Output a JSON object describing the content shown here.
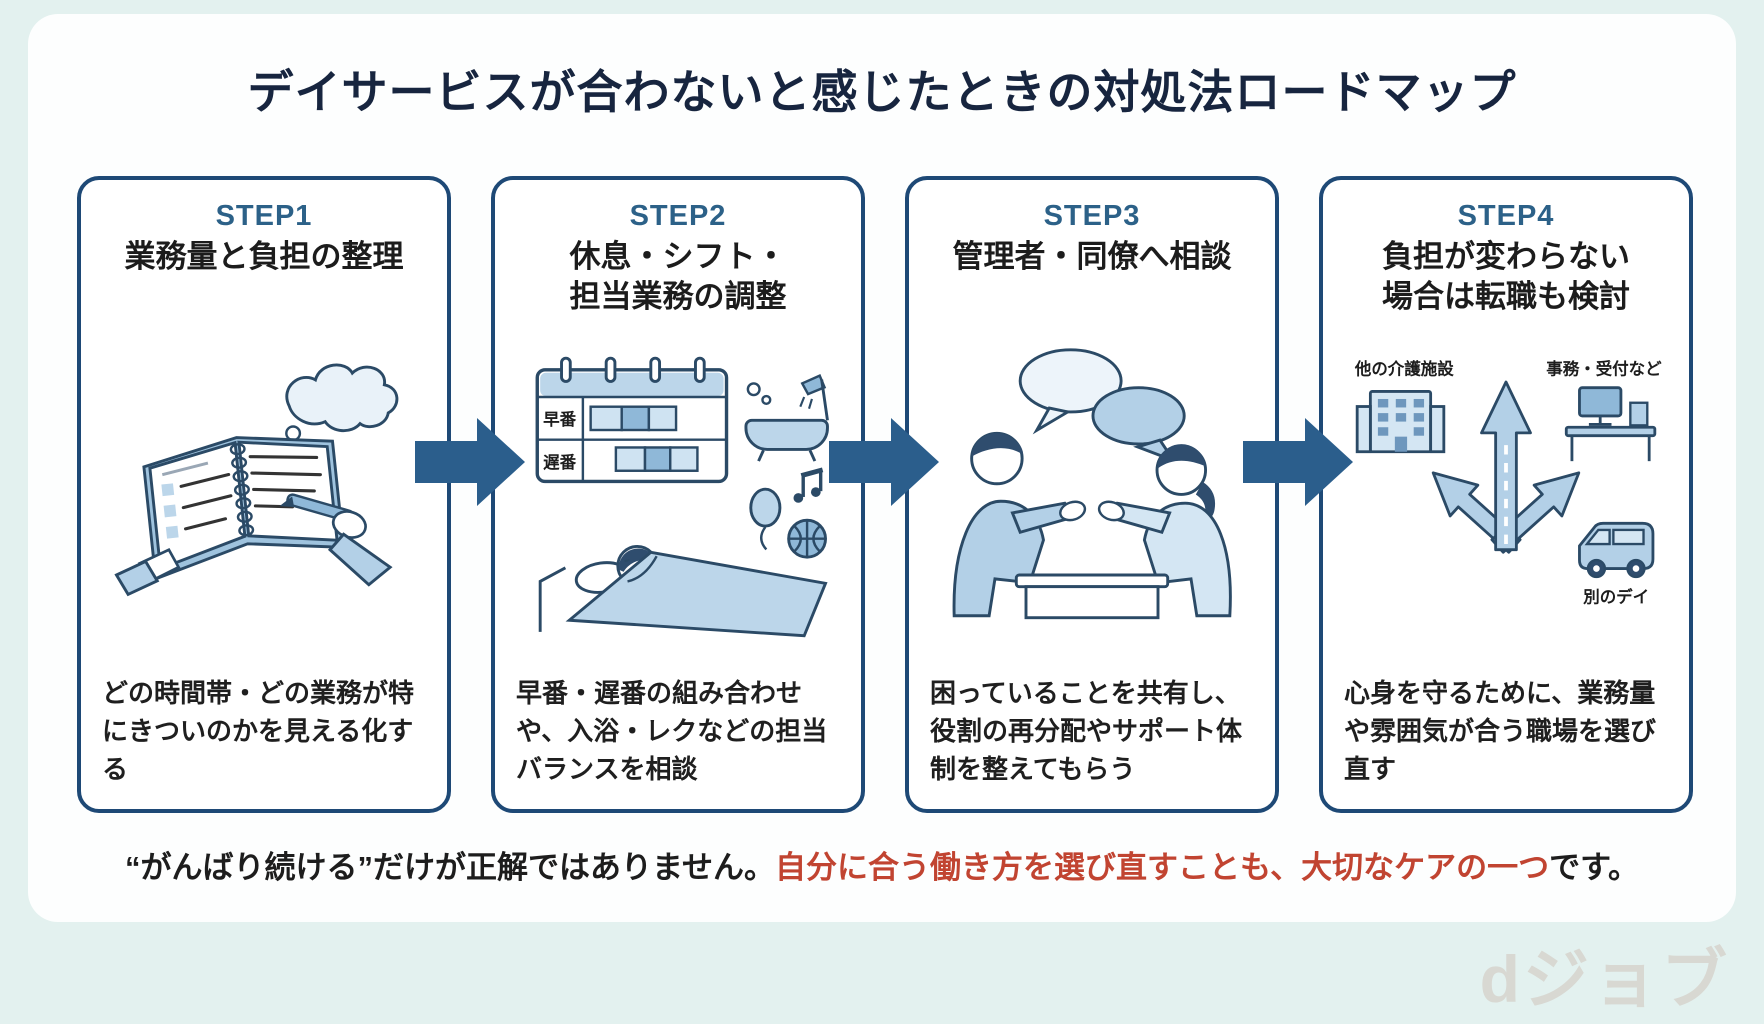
{
  "title": "デイサービスが合わないと感じたときの対処法ロードマップ",
  "steps": [
    {
      "label": "STEP1",
      "title_lines": [
        "業務量と負担の整理"
      ],
      "description": "どの時間帯・どの業務が特にきついのかを見える化する",
      "illustration": "writing-notebook-with-thought-cloud"
    },
    {
      "label": "STEP2",
      "title_lines": [
        "休息・シフト・",
        "担当業務の調整"
      ],
      "description": "早番・遅番の組み合わせや、入浴・レクなどの担当バランスを相談",
      "illustration": "shift-board-bath-recreation-rest",
      "shift_labels": {
        "early": "早番",
        "late": "遅番"
      }
    },
    {
      "label": "STEP3",
      "title_lines": [
        "管理者・同僚へ相談"
      ],
      "description": "困っていることを共有し、役割の再分配やサポート体制を整えてもらう",
      "illustration": "two-coworkers-discussing"
    },
    {
      "label": "STEP4",
      "title_lines": [
        "負担が変わらない",
        "場合は転職も検討"
      ],
      "description": "心身を守るために、業務量や雰囲気が合う職場を選び直す",
      "illustration": "career-crossroads-arrows",
      "options": {
        "facility": "他の介護施設",
        "office": "事務・受付など",
        "other_dayservice": "別のデイ"
      }
    }
  ],
  "footer": {
    "note_black_1": "“がんばり続ける”だけが正解ではありません。",
    "note_red": "自分に合う働き方を選び直すことも、大切なケアの一つ",
    "note_black_2": "です。"
  },
  "logo": "dジョブ",
  "colors": {
    "background": "#e3f1ef",
    "panel": "#fdfefe",
    "card_border": "#1e4976",
    "step_label": "#2c6188",
    "arrow": "#2b5e8c",
    "text": "#1d1d1d",
    "accent_red": "#c14431",
    "illustration_light": "#cfe3f2",
    "illustration_mid": "#b3d0e7",
    "logo_gray": "#d8d8d2"
  }
}
